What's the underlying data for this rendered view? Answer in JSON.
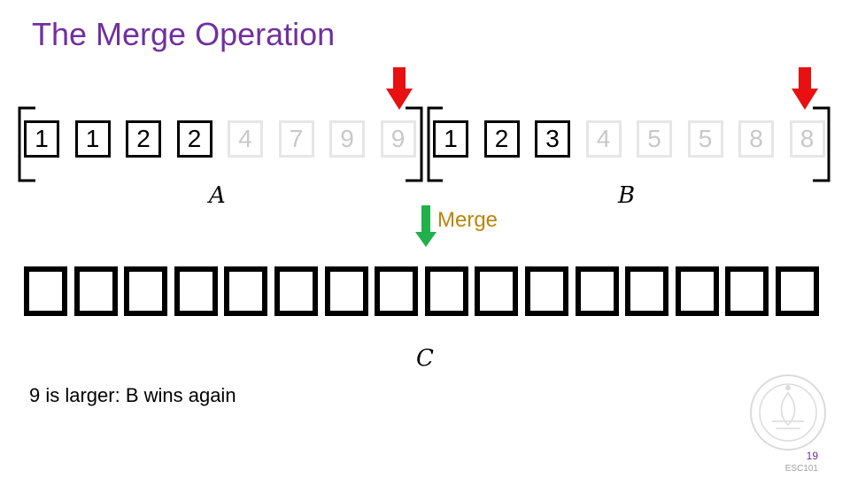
{
  "title": "The Merge Operation",
  "array_a": {
    "label": "A",
    "cells": [
      {
        "value": "1",
        "active": true
      },
      {
        "value": "1",
        "active": true
      },
      {
        "value": "2",
        "active": true
      },
      {
        "value": "2",
        "active": true
      },
      {
        "value": "4",
        "active": false
      },
      {
        "value": "7",
        "active": false
      },
      {
        "value": "9",
        "active": false
      },
      {
        "value": "9",
        "active": false
      }
    ]
  },
  "array_b": {
    "label": "B",
    "cells": [
      {
        "value": "1",
        "active": true
      },
      {
        "value": "2",
        "active": true
      },
      {
        "value": "3",
        "active": true
      },
      {
        "value": "4",
        "active": false
      },
      {
        "value": "5",
        "active": false
      },
      {
        "value": "5",
        "active": false
      },
      {
        "value": "8",
        "active": false
      },
      {
        "value": "8",
        "active": false
      }
    ]
  },
  "array_c": {
    "label": "C",
    "cell_count": 16
  },
  "merge_label": "Merge",
  "status_text": "9 is larger: B wins again",
  "footer": {
    "page_number": "19",
    "course": "ESC101"
  },
  "colors": {
    "title": "#7030a0",
    "pointer_arrow": "#e81010",
    "merge_arrow": "#22b04c",
    "merge_label": "#b8860b",
    "inactive_cell": "#c8c8c8"
  }
}
